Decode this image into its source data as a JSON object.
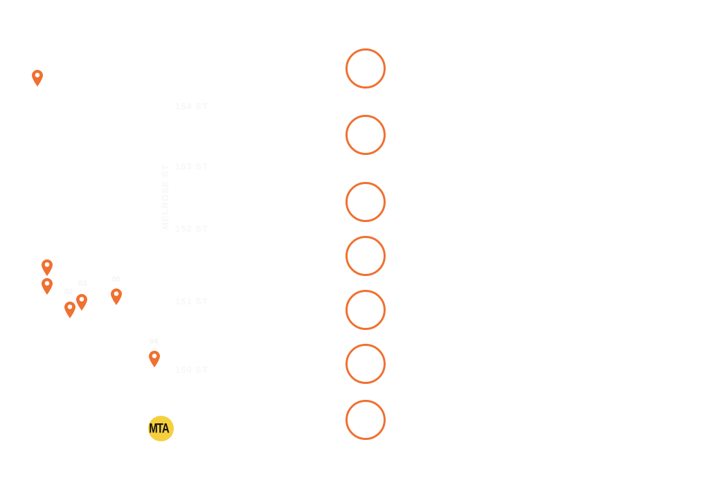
{
  "map": {
    "accent_color": "#f07030",
    "streets": [
      "154 ST",
      "153 ST",
      "152 ST",
      "151 ST",
      "150 ST"
    ],
    "vertical_street": "MELROSE ST",
    "pin_labels": [
      "02",
      "03",
      "05",
      "04"
    ],
    "pins": [
      {
        "icon": "map-pin-icon"
      },
      {
        "icon": "map-pin-icon"
      },
      {
        "icon": "map-pin-icon"
      },
      {
        "icon": "map-pin-icon"
      },
      {
        "icon": "map-pin-icon"
      },
      {
        "icon": "map-pin-icon"
      },
      {
        "icon": "map-pin-icon"
      }
    ],
    "mta_logo": "MTA",
    "mta_color": "#f6cf3d"
  },
  "legend": {
    "markers": [
      "circle-icon",
      "circle-icon",
      "circle-icon",
      "circle-icon",
      "circle-icon",
      "circle-icon",
      "circle-icon"
    ]
  }
}
